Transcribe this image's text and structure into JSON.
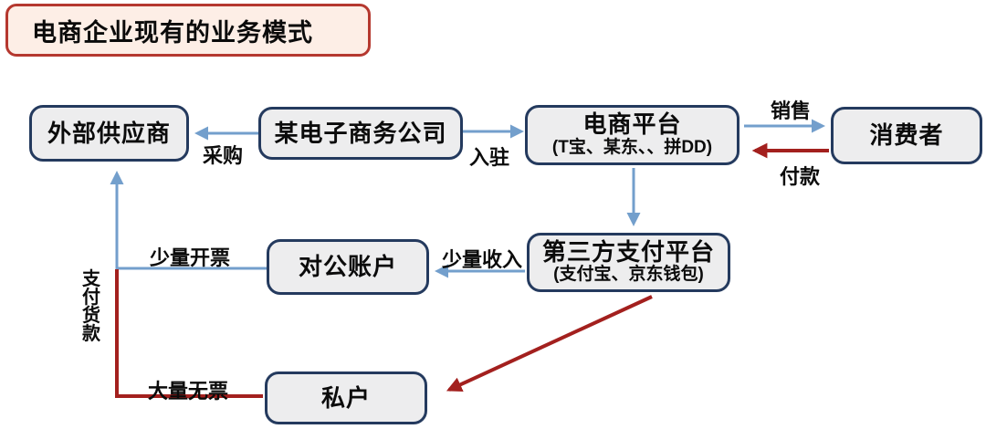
{
  "title": "电商企业现有的业务模式",
  "nodes": {
    "external_supplier": {
      "label": "外部供应商"
    },
    "ecommerce_company": {
      "label": "某电子商务公司"
    },
    "ecommerce_platform": {
      "label": "电商平台",
      "sublabel": "(T宝、某东、、拼DD)"
    },
    "consumer": {
      "label": "消费者"
    },
    "corporate_account": {
      "label": "对公账户"
    },
    "third_party_payment": {
      "label": "第三方支付平台",
      "sublabel": "(支付宝、京东钱包)"
    },
    "private_account": {
      "label": "私户"
    }
  },
  "edge_labels": {
    "procurement": "采购",
    "settle_in": "入驻",
    "sales": "销售",
    "payment": "付款",
    "small_income": "少量收入",
    "small_invoicing": "少量开票",
    "pay_goods": "支付货款",
    "bulk_no_invoice": "大量无票"
  },
  "colors": {
    "blue_arrow": "#739fcc",
    "red_arrow": "#a3201e",
    "node_border": "#243a5e",
    "node_bg": "#ededee",
    "title_border": "#b5382f",
    "title_bg": "#fdeee6",
    "text": "#0b0b0b"
  }
}
